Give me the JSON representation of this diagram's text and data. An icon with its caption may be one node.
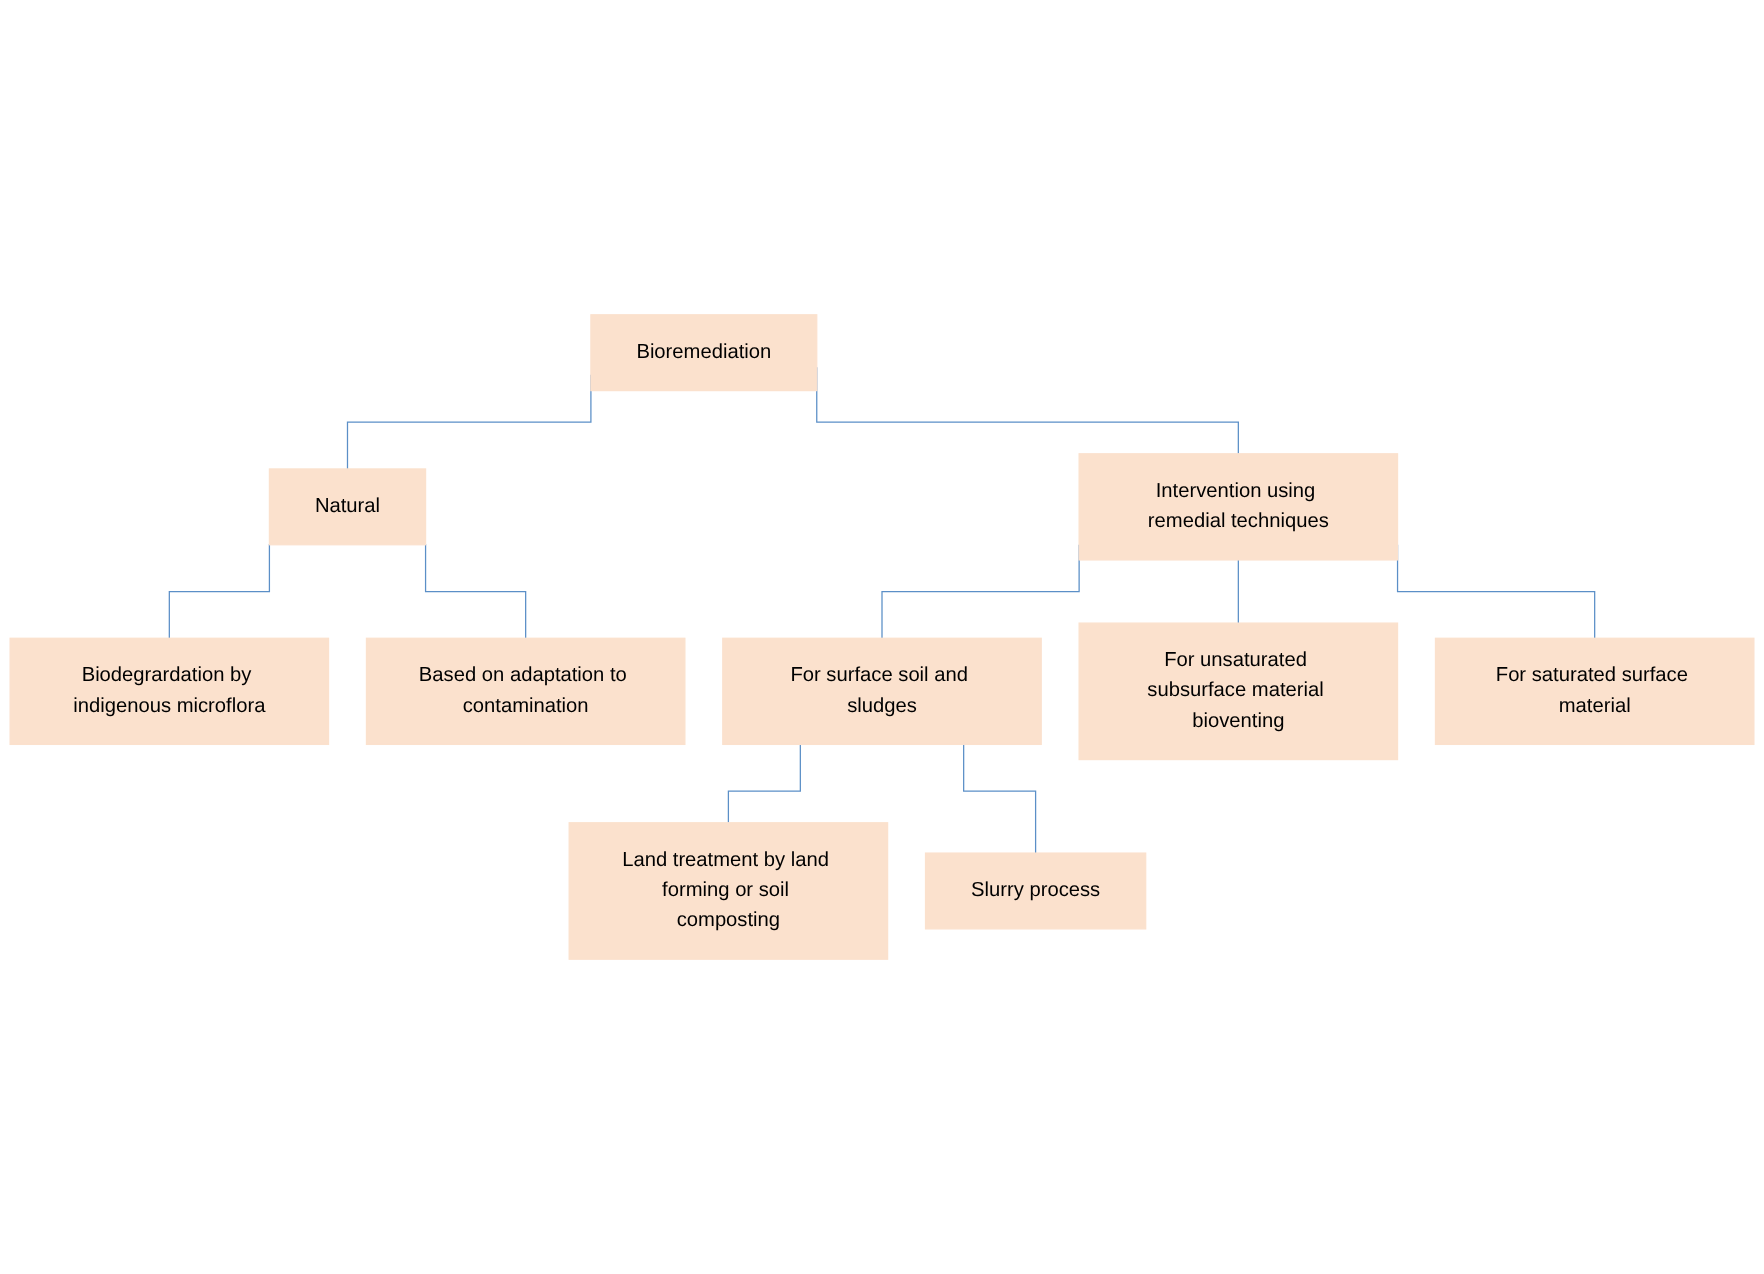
{
  "diagram": {
    "nodes": [
      {
        "text": [
          "Bioremediation"
        ]
      },
      {
        "text": [
          "Natural"
        ]
      },
      {
        "text": [
          "Intervention using remedial techniques"
        ]
      },
      {
        "text": [
          "Biodegrardation by indigenous microflora"
        ]
      },
      {
        "text": [
          "Based on adaptation to contamination"
        ]
      },
      {
        "text": [
          "For surface soil and sludges"
        ]
      },
      {
        "text": [
          "For unsaturated subsurface material bioventing"
        ]
      },
      {
        "text": [
          "For saturated surface material"
        ]
      },
      {
        "text": [
          "Land treatment by land forming or soil composting"
        ]
      },
      {
        "text": [
          "Slurry process"
        ]
      }
    ],
    "edges": [
      {
        "from": 0,
        "to": 1,
        "arrow": "none"
      },
      {
        "from": 0,
        "to": 2,
        "arrow": "none"
      },
      {
        "from": 1,
        "to": 3,
        "arrow": "none"
      },
      {
        "from": 1,
        "to": 4,
        "arrow": "none"
      },
      {
        "from": 2,
        "to": 5,
        "arrow": "none"
      },
      {
        "from": 2,
        "to": 6,
        "arrow": "none"
      },
      {
        "from": 2,
        "to": 7,
        "arrow": "none"
      },
      {
        "from": 5,
        "to": 8,
        "arrow": "none"
      },
      {
        "from": 5,
        "to": 9,
        "arrow": "none"
      }
    ]
  }
}
